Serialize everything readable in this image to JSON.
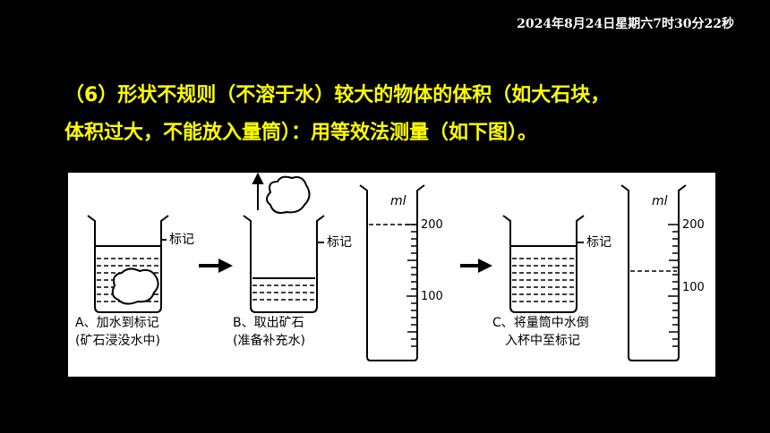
{
  "header": {
    "datetime": "2024年8月24日星期六7时30分22秒"
  },
  "text": {
    "line1": "（6）形状不规则（不溶于水）较大的物体的体积（如大石块，",
    "line2": "体积过大，不能放入量筒）：用等效法测量（如下图）。"
  },
  "figure": {
    "mark_label": "标记",
    "unit": "ml",
    "tick_200": "200",
    "tick_100": "100",
    "step_a": {
      "line1": "A、加水到标记",
      "line2": "(矿石浸没水中)"
    },
    "step_b": {
      "line1": "B、取出矿石",
      "line2": "(准备补充水)"
    },
    "step_c": {
      "line1": "C、将量筒中水倒",
      "line2": "入杯中至标记"
    }
  }
}
